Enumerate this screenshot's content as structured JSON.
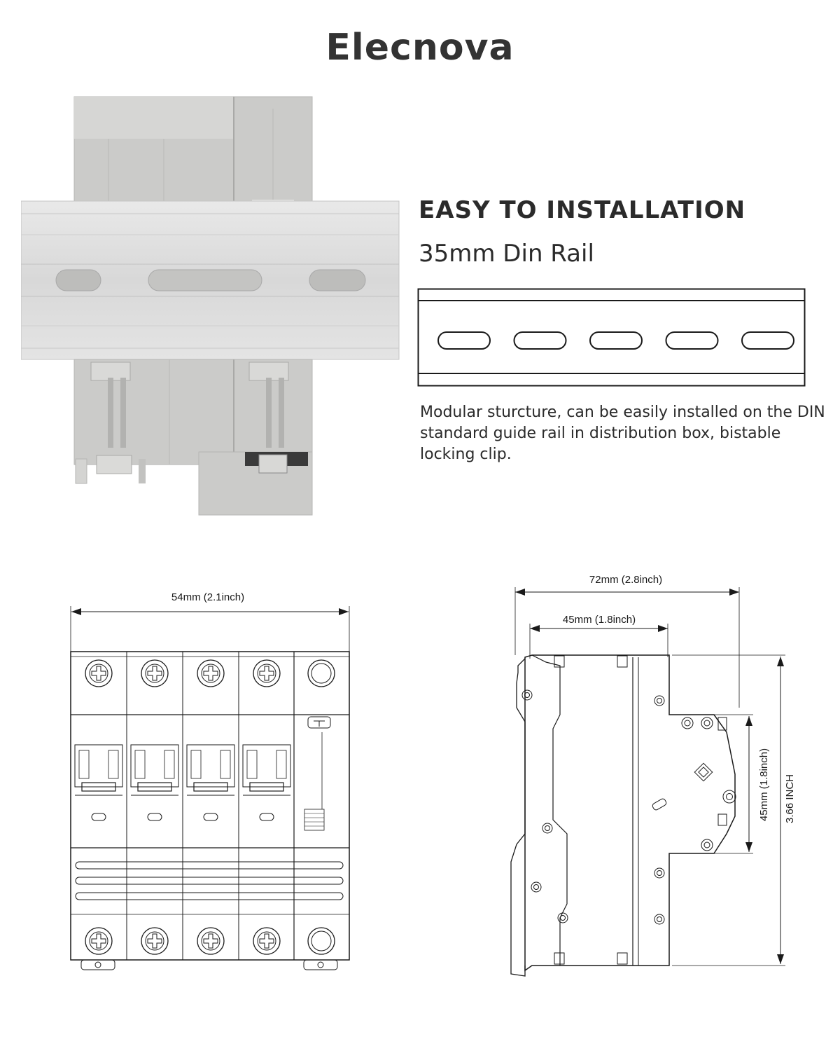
{
  "brand": {
    "name": "Elecnova"
  },
  "feature": {
    "heading": "EASY TO INSTALLATION",
    "subheading": "35mm Din Rail",
    "description": "Modular sturcture, can be easily installed on the DIN standard guide rail in distribution box, bistable locking clip."
  },
  "front_view": {
    "width_label": "54mm (2.1inch)",
    "poles": 4
  },
  "side_view": {
    "total_depth_label": "72mm  (2.8inch)",
    "front_depth_label": "45mm (1.8inch)",
    "front_height_label": "45mm (1.8inch)",
    "total_height_label": "3.66 INCH"
  },
  "rail_diagram": {
    "slot_count": 5
  },
  "colors": {
    "text": "#2b2b2b",
    "line": "#1a1a1a",
    "device_grey": "#c9c9c7",
    "rail": "#dcdcdc"
  }
}
